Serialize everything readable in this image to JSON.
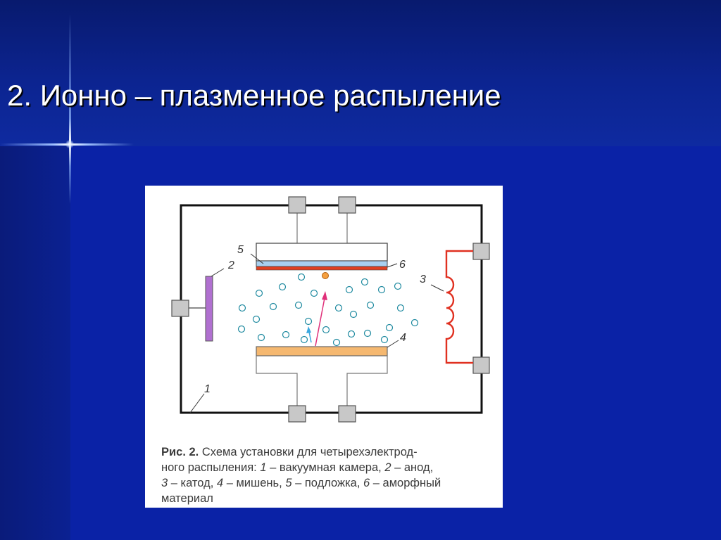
{
  "slide": {
    "title": "2. Ионно – плазменное распыление"
  },
  "figure": {
    "labels": {
      "l1": "1",
      "l2": "2",
      "l3": "3",
      "l4": "4",
      "l5": "5",
      "l6": "6"
    },
    "caption": {
      "line1_bold": "Рис. 2.",
      "line1": " Схема установки для четырехэлектрод-",
      "line2_a": "ного распыления: ",
      "n1": "1",
      "line2_b": " – вакуумная камера, ",
      "n2": "2",
      "line2_c": " – анод,",
      "n3": "3",
      "line3_a": " – катод, ",
      "n4": "4",
      "line3_b": " – мишень, ",
      "n5": "5",
      "line3_c": " – подложка, ",
      "n6": "6",
      "line3_d": " – аморфный",
      "line4": "материал"
    },
    "colors": {
      "anode": "#b070d0",
      "cathode_coil": "#e03020",
      "target": "#f5b870",
      "substrate": "#a8d0ef",
      "amorphous_layer": "#e04020",
      "ion_arrow": "#e0307a",
      "electron_arrow": "#3aa8e0",
      "particles": "#1f8aa0",
      "terminals": "#c8c8c8"
    }
  }
}
